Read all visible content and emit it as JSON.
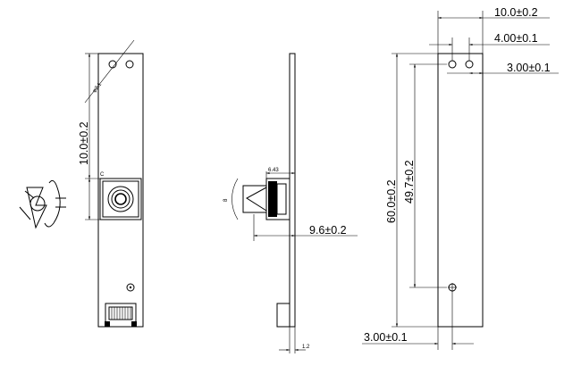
{
  "dimensions": {
    "front_view": {
      "hole_diameter": "φ2.1",
      "lens_offset": "10.0±0.2",
      "lens_mark": "C"
    },
    "side_view": {
      "lens_height": "6.43",
      "projection": "9.6±0.2",
      "thickness": "1.2",
      "small_mark": "8"
    },
    "right_view": {
      "width": "10.0±0.2",
      "hole_pitch": "4.00±0.1",
      "hole_edge": "3.00±0.1",
      "total_length": "60.0±0.2",
      "hole_span": "49.7±0.2",
      "bottom_hole_edge": "3.00±0.1"
    }
  }
}
